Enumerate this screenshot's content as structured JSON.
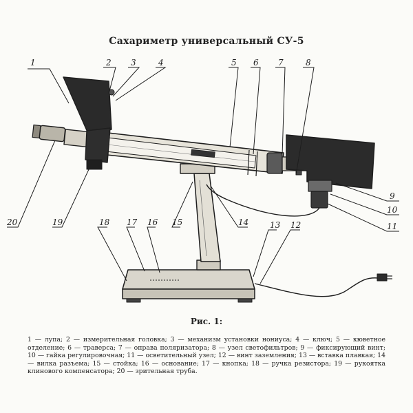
{
  "title": "Сахариметр универсальный СУ-5",
  "figure_caption": "Рис. 1:",
  "legend_text": "1 — лупа; 2 — измерительная головка; 3 — механизм установки нониуса; 4 — ключ; 5 — кюветное отделение; 6 — траверса; 7 — оправа поляризатора; 8 — узел светофильтров; 9 — фиксирующий винт; 10 — гайка регулировочная; 11 — осветительный узел; 12 — винт заземления; 13 — вставка плавкая; 14 — вилка разъема; 15 — стойка; 16 — основание; 17 — кнопка; 18 — ручка резистора; 19 — рукоятка клинового компенсатора; 20 — зрительная труба.",
  "callouts": [
    {
      "id": "1",
      "label": "1"
    },
    {
      "id": "2",
      "label": "2"
    },
    {
      "id": "3",
      "label": "3"
    },
    {
      "id": "4",
      "label": "4"
    },
    {
      "id": "5",
      "label": "5"
    },
    {
      "id": "6",
      "label": "6"
    },
    {
      "id": "7",
      "label": "7"
    },
    {
      "id": "8",
      "label": "8"
    },
    {
      "id": "9",
      "label": "9"
    },
    {
      "id": "10",
      "label": "10"
    },
    {
      "id": "11",
      "label": "11"
    },
    {
      "id": "12",
      "label": "12"
    },
    {
      "id": "13",
      "label": "13"
    },
    {
      "id": "14",
      "label": "14"
    },
    {
      "id": "15",
      "label": "15"
    },
    {
      "id": "16",
      "label": "16"
    },
    {
      "id": "17",
      "label": "17"
    },
    {
      "id": "18",
      "label": "18"
    },
    {
      "id": "19",
      "label": "19"
    },
    {
      "id": "20",
      "label": "20"
    }
  ]
}
